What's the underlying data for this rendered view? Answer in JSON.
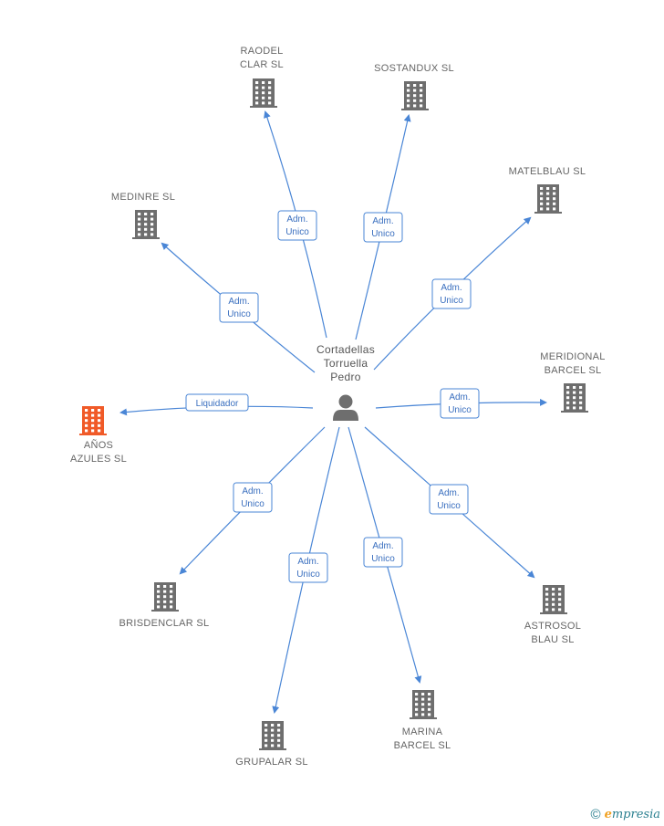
{
  "center": {
    "lines": [
      "Cortadellas",
      "Torruella",
      "Pedro"
    ]
  },
  "colors": {
    "edge": "#4a86d6",
    "building": "#6e6e6e",
    "building_highlight": "#f05a28",
    "person": "#6e6e6e"
  },
  "nodes": [
    {
      "id": "raodel",
      "lines": [
        "RAODEL",
        "CLAR SL"
      ],
      "highlight": false,
      "relation": [
        "Adm.",
        "Unico"
      ]
    },
    {
      "id": "sostandux",
      "lines": [
        "SOSTANDUX SL"
      ],
      "highlight": false,
      "relation": [
        "Adm.",
        "Unico"
      ]
    },
    {
      "id": "matelblau",
      "lines": [
        "MATELBLAU SL"
      ],
      "highlight": false,
      "relation": [
        "Adm.",
        "Unico"
      ]
    },
    {
      "id": "medinre",
      "lines": [
        "MEDINRE SL"
      ],
      "highlight": false,
      "relation": [
        "Adm.",
        "Unico"
      ]
    },
    {
      "id": "meridional",
      "lines": [
        "MERIDIONAL",
        "BARCEL  SL"
      ],
      "highlight": false,
      "relation": [
        "Adm.",
        "Unico"
      ]
    },
    {
      "id": "anos",
      "lines": [
        "AÑOS",
        "AZULES SL"
      ],
      "highlight": true,
      "relation": [
        "Liquidador"
      ]
    },
    {
      "id": "brisdenclar",
      "lines": [
        "BRISDENCLAR SL"
      ],
      "highlight": false,
      "relation": [
        "Adm.",
        "Unico"
      ]
    },
    {
      "id": "astrosol",
      "lines": [
        "ASTROSOL",
        "BLAU SL"
      ],
      "highlight": false,
      "relation": [
        "Adm.",
        "Unico"
      ]
    },
    {
      "id": "grupalar",
      "lines": [
        "GRUPALAR SL"
      ],
      "highlight": false,
      "relation": [
        "Adm.",
        "Unico"
      ]
    },
    {
      "id": "marina",
      "lines": [
        "MARINA",
        "BARCEL SL"
      ],
      "highlight": false,
      "relation": [
        "Adm.",
        "Unico"
      ]
    }
  ],
  "footer": {
    "copyright": "©",
    "brand_initial": "e",
    "brand_rest": "mpresia"
  }
}
